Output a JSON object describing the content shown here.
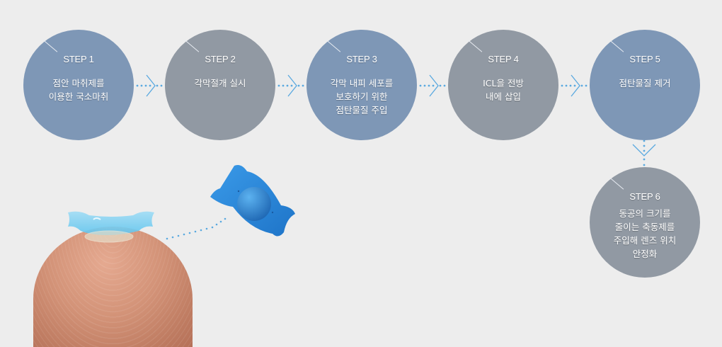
{
  "steps": [
    {
      "label": "STEP 1",
      "desc": "점안 마취제를\n이용한 국소마취",
      "color": "#7e97b6"
    },
    {
      "label": "STEP 2",
      "desc": "각막절개 실시",
      "color": "#9199a3"
    },
    {
      "label": "STEP 3",
      "desc": "각막 내피 세포를\n보호하기 위한\n점탄물질 주입",
      "color": "#7e97b6"
    },
    {
      "label": "STEP 4",
      "desc": "ICL을 전방\n내에 삽입",
      "color": "#9199a3"
    },
    {
      "label": "STEP 5",
      "desc": "점탄물질 제거",
      "color": "#7e97b6"
    },
    {
      "label": "STEP 6",
      "desc": "동공의 크기를\n줄이는 축동제를\n주입해 렌즈 위치\n안정화",
      "color": "#9199a3"
    }
  ],
  "colors": {
    "connector": "#5aa9e0",
    "background": "#ededed"
  },
  "illustration": {
    "subject": "ICL lens on fingertip",
    "lens_color": "#2a86d6"
  }
}
